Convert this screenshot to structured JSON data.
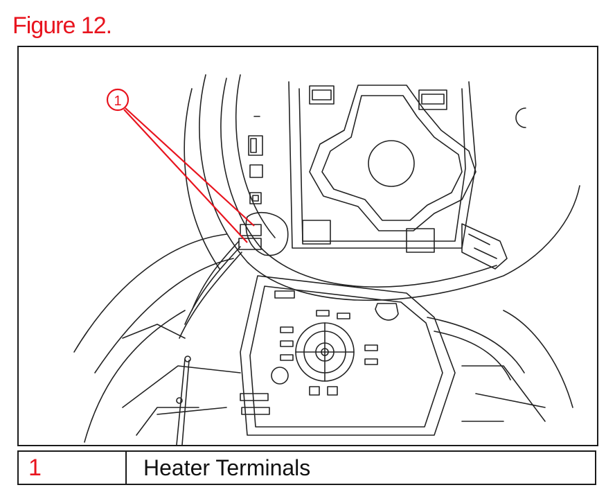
{
  "figure": {
    "title": "Figure 12."
  },
  "callout": {
    "number": "1"
  },
  "legend": {
    "rows": [
      {
        "number": "1",
        "description": "Heater Terminals"
      }
    ]
  },
  "colors": {
    "accent": "#e8141e",
    "line": "#1a1a1a"
  }
}
